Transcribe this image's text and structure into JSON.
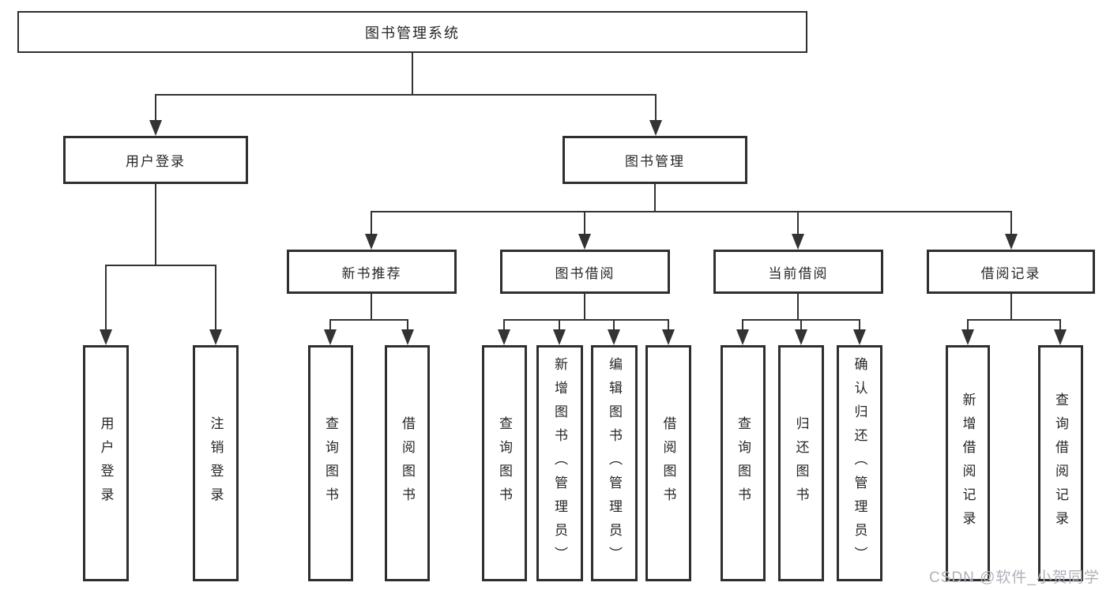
{
  "diagram": {
    "title": "图书管理系统",
    "type": "hierarchy-tree",
    "colors": {
      "background": "#ffffff",
      "line": "#333333",
      "box_border": "#2f2f2f",
      "text": "#262626",
      "watermark": "#b1b1ba"
    }
  },
  "tree": {
    "label": "图书管理系统",
    "children": [
      {
        "label": "用户登录",
        "children": [
          {
            "label": "用户登录"
          },
          {
            "label": "注销登录"
          }
        ]
      },
      {
        "label": "图书管理",
        "children": [
          {
            "label": "新书推荐",
            "children": [
              {
                "label": "查询图书"
              },
              {
                "label": "借阅图书"
              }
            ]
          },
          {
            "label": "图书借阅",
            "children": [
              {
                "label": "查询图书"
              },
              {
                "label": "新增图书（管理员）"
              },
              {
                "label": "编辑图书（管理员）"
              },
              {
                "label": "借阅图书"
              }
            ]
          },
          {
            "label": "当前借阅",
            "children": [
              {
                "label": "查询图书"
              },
              {
                "label": "归还图书"
              },
              {
                "label": "确认归还（管理员）"
              }
            ]
          },
          {
            "label": "借阅记录",
            "children": [
              {
                "label": "新增借阅记录"
              },
              {
                "label": "查询借阅记录"
              }
            ]
          }
        ]
      }
    ]
  },
  "watermark": {
    "text": "CSDN @软件_小贺同学"
  }
}
